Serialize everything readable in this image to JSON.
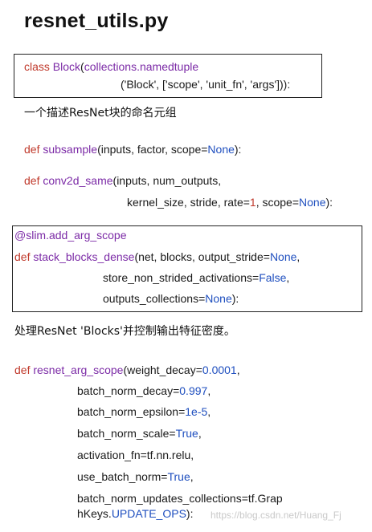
{
  "title": "resnet_utils.py",
  "block": {
    "kw": "class",
    "name": "Block",
    "paren": "(",
    "arg": "collections.namedtuple",
    "line2": "('Block', ['scope', 'unit_fn', 'args'])):"
  },
  "desc1": "一个描述ResNet块的命名元组",
  "subsample": {
    "kw": "def",
    "name": "subsample",
    "params_pre": "(inputs, factor, scope=",
    "none": "None",
    "close": "):"
  },
  "conv2d": {
    "kw": "def",
    "name": "conv2d_same",
    "line1_params": "(inputs, num_outputs,",
    "line2_pre": "kernel_size, stride, rate=",
    "rate_val": "1",
    "line2_mid": ", scope=",
    "none": "None",
    "close": "):"
  },
  "dense": {
    "decorator": "@slim.add_arg_scope",
    "kw": "def",
    "name": "stack_blocks_dense",
    "line1_params": "(net, blocks, output_stride=",
    "none1": "None",
    "comma1": ",",
    "line2_pre": "store_non_strided_activations=",
    "false_val": "False",
    "comma2": ",",
    "line3_pre": "outputs_collections=",
    "none2": "None",
    "close": "):"
  },
  "desc2": "处理ResNet 'Blocks'并控制输出特征密度。",
  "argscope": {
    "kw": "def",
    "name": "resnet_arg_scope",
    "line1_pre": "(weight_decay=",
    "weight_decay": "0.0001",
    "comma": ",",
    "l2_pre": "batch_norm_decay=",
    "l2_val": "0.997",
    "l3_pre": "batch_norm_epsilon=",
    "l3_val": "1e-5",
    "l4_pre": "batch_norm_scale=",
    "l4_val": "True",
    "l5": "activation_fn=tf.nn.relu,",
    "l6_pre": "use_batch_norm=",
    "l6_val": "True",
    "l7": "batch_norm_updates_collections=tf.Grap",
    "l8_pre": "hKeys.",
    "l8_val": "UPDATE_OPS",
    "l8_close": "):"
  },
  "watermark": "https://blog.csdn.net/Huang_Fj"
}
